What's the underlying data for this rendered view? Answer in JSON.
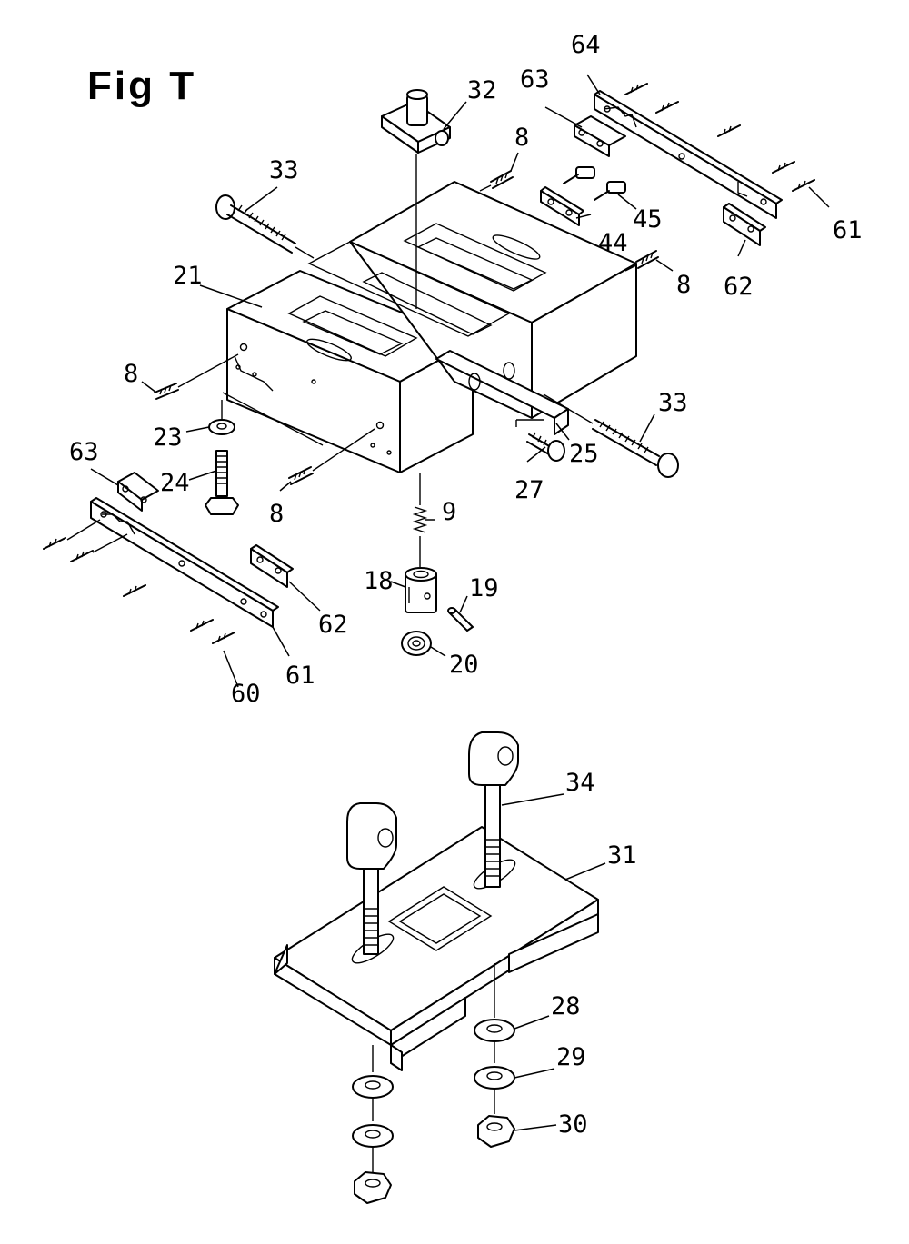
{
  "figure": {
    "title": "Fig T"
  },
  "callouts": [
    {
      "id": "p32",
      "label": "32"
    },
    {
      "id": "p64",
      "label": "64"
    },
    {
      "id": "p63a",
      "label": "63"
    },
    {
      "id": "p8a",
      "label": "8"
    },
    {
      "id": "p33a",
      "label": "33"
    },
    {
      "id": "p45",
      "label": "45"
    },
    {
      "id": "p44",
      "label": "44"
    },
    {
      "id": "p61a",
      "label": "61"
    },
    {
      "id": "p8b",
      "label": "8"
    },
    {
      "id": "p62a",
      "label": "62"
    },
    {
      "id": "p21",
      "label": "21"
    },
    {
      "id": "p8c",
      "label": "8"
    },
    {
      "id": "p33b",
      "label": "33"
    },
    {
      "id": "p23",
      "label": "23"
    },
    {
      "id": "p25",
      "label": "25"
    },
    {
      "id": "p24",
      "label": "24"
    },
    {
      "id": "p27",
      "label": "27"
    },
    {
      "id": "p63b",
      "label": "63"
    },
    {
      "id": "p8d",
      "label": "8"
    },
    {
      "id": "p9",
      "label": "9"
    },
    {
      "id": "p18",
      "label": "18"
    },
    {
      "id": "p19",
      "label": "19"
    },
    {
      "id": "p62b",
      "label": "62"
    },
    {
      "id": "p20",
      "label": "20"
    },
    {
      "id": "p61b",
      "label": "61"
    },
    {
      "id": "p60",
      "label": "60"
    },
    {
      "id": "p34",
      "label": "34"
    },
    {
      "id": "p31",
      "label": "31"
    },
    {
      "id": "p28",
      "label": "28"
    },
    {
      "id": "p29",
      "label": "29"
    },
    {
      "id": "p30",
      "label": "30"
    }
  ]
}
